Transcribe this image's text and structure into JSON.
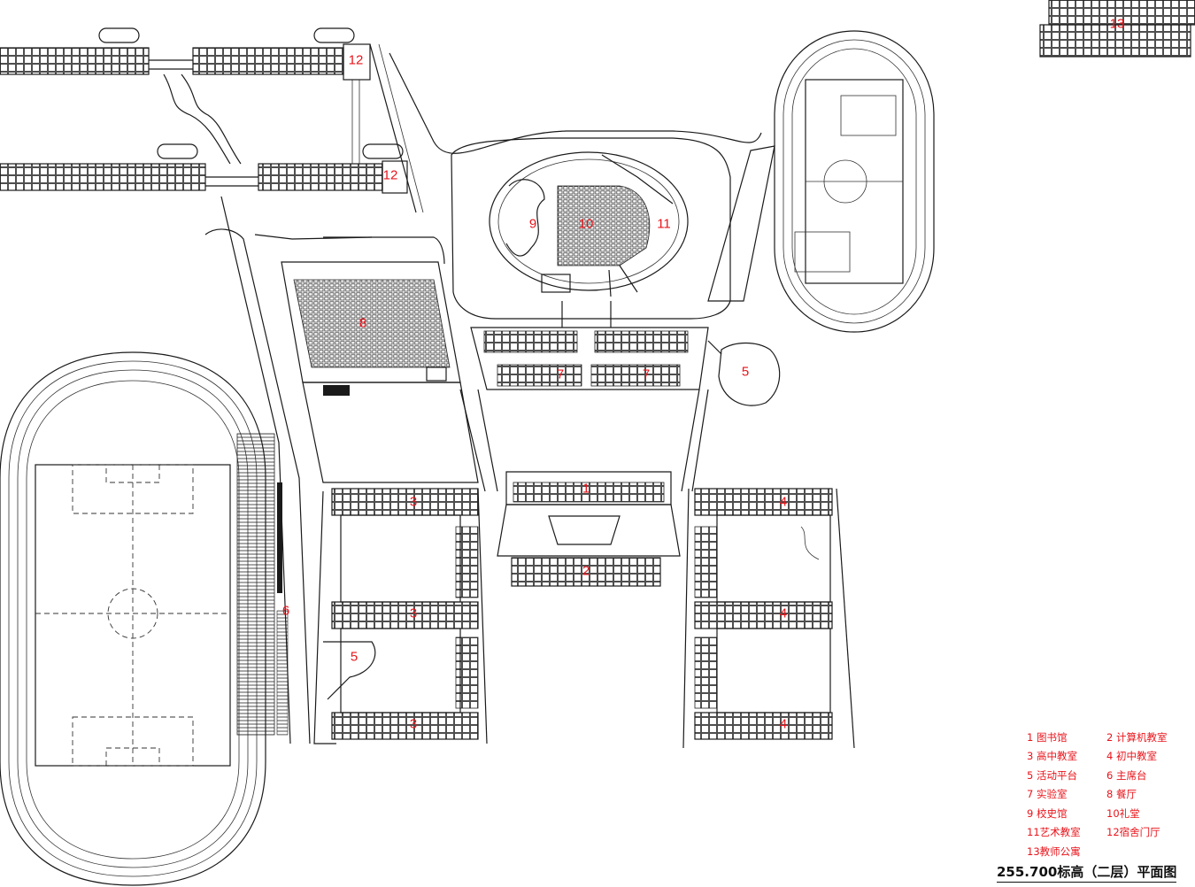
{
  "zone_labels": [
    "1",
    "2",
    "3",
    "4",
    "5",
    "6",
    "7",
    "8",
    "9",
    "10",
    "11",
    "12",
    "13"
  ],
  "legend": [
    {
      "num": "1",
      "name": "图书馆"
    },
    {
      "num": "2",
      "name": "计算机教室"
    },
    {
      "num": "3",
      "name": "高中教室"
    },
    {
      "num": "4",
      "name": "初中教室"
    },
    {
      "num": "5",
      "name": "活动平台"
    },
    {
      "num": "6",
      "name": "主席台"
    },
    {
      "num": "7",
      "name": "实验室"
    },
    {
      "num": "8",
      "name": "餐厅"
    },
    {
      "num": "9",
      "name": "校史馆"
    },
    {
      "num": "10",
      "name": "礼堂"
    },
    {
      "num": "11",
      "name": "艺术教室"
    },
    {
      "num": "12",
      "name": "宿舍门厅"
    },
    {
      "num": "13",
      "name": "教师公寓"
    }
  ],
  "plan_title": "255.700标高（二层）平面图",
  "colors": {
    "label": "#e8141b",
    "line": "#1a1a1a",
    "background": "#ffffff"
  }
}
